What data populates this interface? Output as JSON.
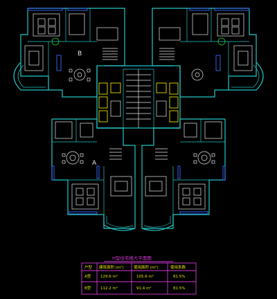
{
  "plan": {
    "unit_label_b": "B",
    "unit_label_a": "A",
    "title": "H型住宅楼大平面图",
    "colors": {
      "wall": "#27c8c8",
      "furniture": "#e8e8e8",
      "plant": "#24d024",
      "window": "#3a6cff",
      "core": "#e8e000",
      "table_border": "#d23ad2"
    }
  },
  "area_table": {
    "headers": [
      "户型",
      "建筑面积 (m²)",
      "使用面积 (m²)",
      "使用系数"
    ],
    "rows": [
      {
        "type": "A型",
        "gross": "129.6 m²",
        "net": "105.6 m²",
        "ratio": "81.5%"
      },
      {
        "type": "B型",
        "gross": "112.2 m²",
        "net": "91.4 m²",
        "ratio": "81.5%"
      }
    ]
  }
}
